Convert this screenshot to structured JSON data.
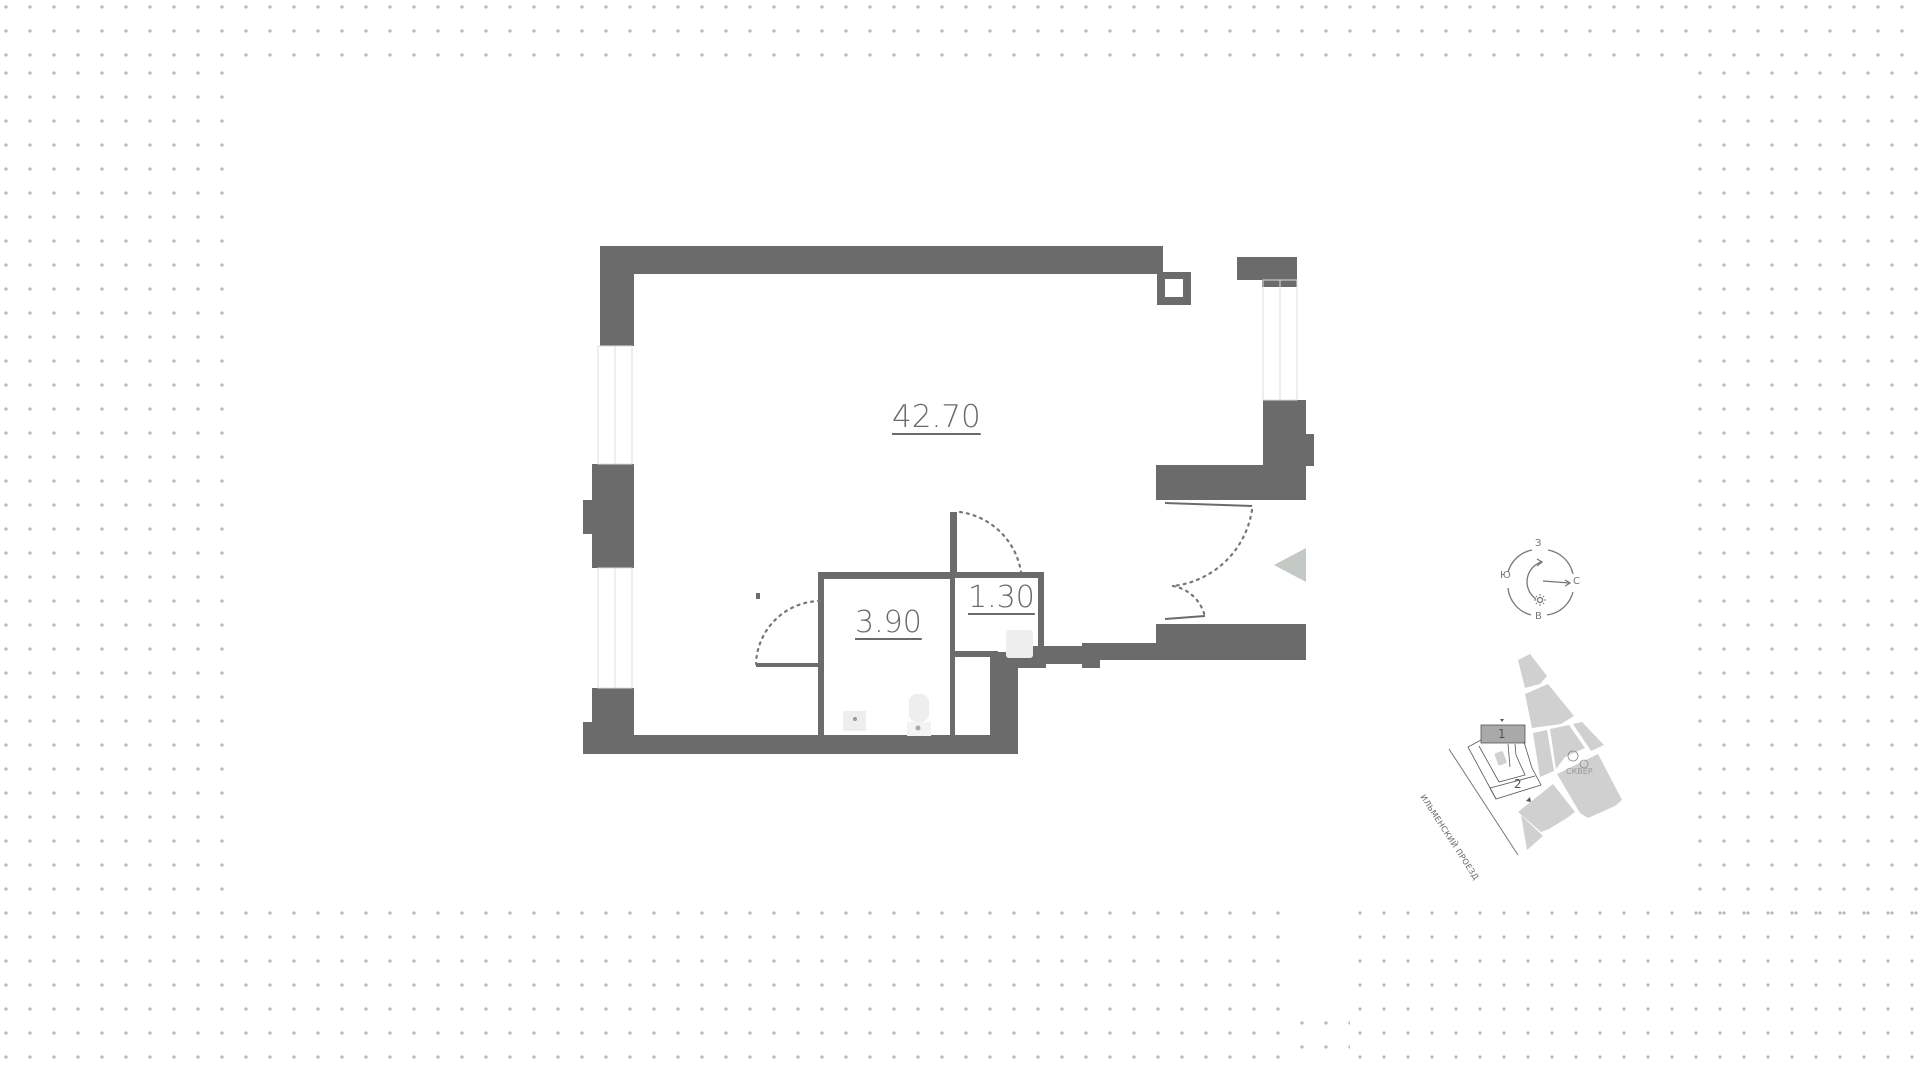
{
  "floor_plan": {
    "rooms": [
      {
        "id": "main-room",
        "area_label": "42.70"
      },
      {
        "id": "bathroom",
        "area_label": "3.90"
      },
      {
        "id": "storage",
        "area_label": "1.30"
      }
    ],
    "colors": {
      "wall": "#6b6b6b",
      "entrance_marker": "#c4c9c6",
      "background": "#ffffff",
      "grid_dot": "#b9b9b9",
      "site_block": "#d0d0d0",
      "site_building_highlight": "#a9a9a9"
    },
    "entrance_marker": "entrance-triangle"
  },
  "compass": {
    "north": "З",
    "east": "С",
    "south": "В",
    "west": "Ю",
    "sun_icon": "sun-icon"
  },
  "site_plan": {
    "building_1": "1",
    "building_2": "2",
    "street": "ИЛЬМЕНСКИЙ ПРОЕЗД",
    "park": "СКВЕР"
  }
}
